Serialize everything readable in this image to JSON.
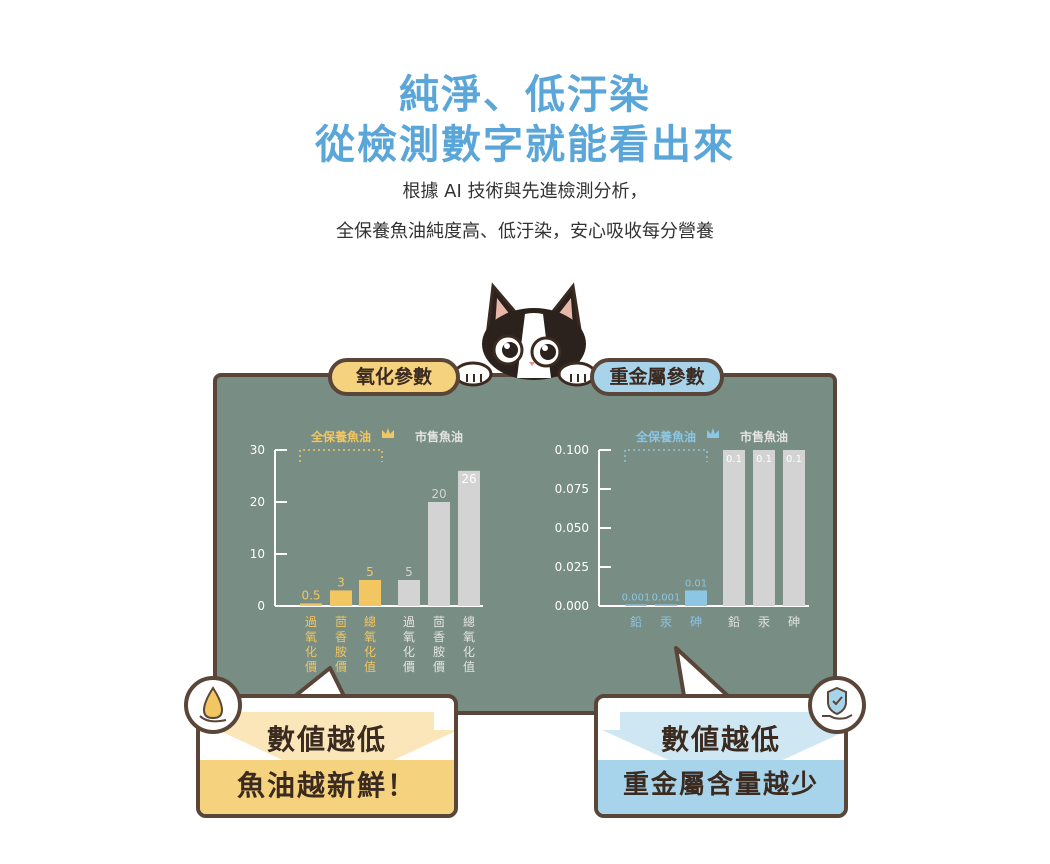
{
  "header": {
    "title_line1": "純淨、低汙染",
    "title_line2": "從檢測數字就能看出來",
    "subtitle_line1": "根據 AI 技術與先進檢測分析，",
    "subtitle_line2": "全保養魚油純度高、低汙染，安心吸收每分營養"
  },
  "colors": {
    "title": "#5aa6d8",
    "board": "#788d84",
    "outline": "#5a4638",
    "brand_yellow": "#f5d27e",
    "brand_blue": "#a7d4ea",
    "bar_yellow": "#f2c661",
    "bar_blue": "#8cc6e3",
    "bar_gray": "#d3d3d3"
  },
  "tags": {
    "oxidation": "氧化參數",
    "heavy_metal": "重金屬參數"
  },
  "chart_data": [
    {
      "type": "bar",
      "title": "氧化參數",
      "categories": [
        "過氧化價",
        "茴香胺價",
        "總氧化值",
        "過氧化價",
        "茴香胺價",
        "總氧化值"
      ],
      "groups": [
        "全保養魚油",
        "全保養魚油",
        "全保養魚油",
        "市售魚油",
        "市售魚油",
        "市售魚油"
      ],
      "values": [
        0.5,
        3,
        5,
        5,
        20,
        26
      ],
      "value_labels": [
        "0.5",
        "3",
        "5",
        "5",
        "20",
        "26"
      ],
      "yticks": [
        "0",
        "10",
        "20",
        "30"
      ],
      "ylim": [
        0,
        30
      ],
      "legend": [
        "全保養魚油",
        "市售魚油"
      ],
      "callout": {
        "line1": "數値越低",
        "line2": "魚油越新鮮！"
      }
    },
    {
      "type": "bar",
      "title": "重金屬參數",
      "categories": [
        "鉛",
        "汞",
        "砷",
        "鉛",
        "汞",
        "砷"
      ],
      "groups": [
        "全保養魚油",
        "全保養魚油",
        "全保養魚油",
        "市售魚油",
        "市售魚油",
        "市售魚油"
      ],
      "values": [
        0.001,
        0.001,
        0.01,
        0.1,
        0.1,
        0.1
      ],
      "value_labels": [
        "0.001",
        "0.001",
        "0.01",
        "0.1",
        "0.1",
        "0.1"
      ],
      "yticks": [
        "0.000",
        "0.025",
        "0.050",
        "0.075",
        "0.100"
      ],
      "ylim": [
        0,
        0.1
      ],
      "legend": [
        "全保養魚油",
        "市售魚油"
      ],
      "callout": {
        "line1": "數値越低",
        "line2": "重金屬含量越少"
      }
    }
  ]
}
